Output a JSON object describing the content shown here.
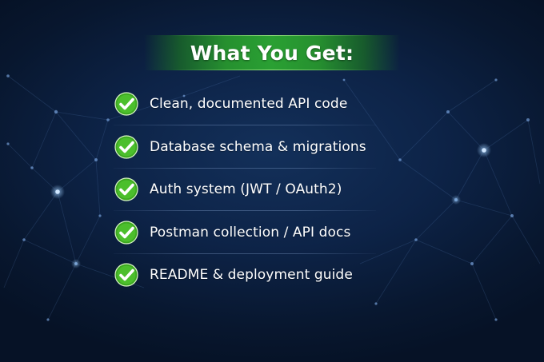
{
  "title": "What You Get:",
  "items": [
    {
      "label": "Clean, documented API code",
      "icon": "checkmark-icon"
    },
    {
      "label": "Database schema & migrations",
      "icon": "checkmark-icon"
    },
    {
      "label": "Auth system (JWT / OAuth2)",
      "icon": "checkmark-icon"
    },
    {
      "label": "Postman collection / API docs",
      "icon": "checkmark-icon"
    },
    {
      "label": "README & deployment guide",
      "icon": "checkmark-icon"
    }
  ],
  "colors": {
    "background": "#0d2347",
    "banner": "#2aa033",
    "check": "#4cbf2c",
    "text": "#ffffff"
  }
}
